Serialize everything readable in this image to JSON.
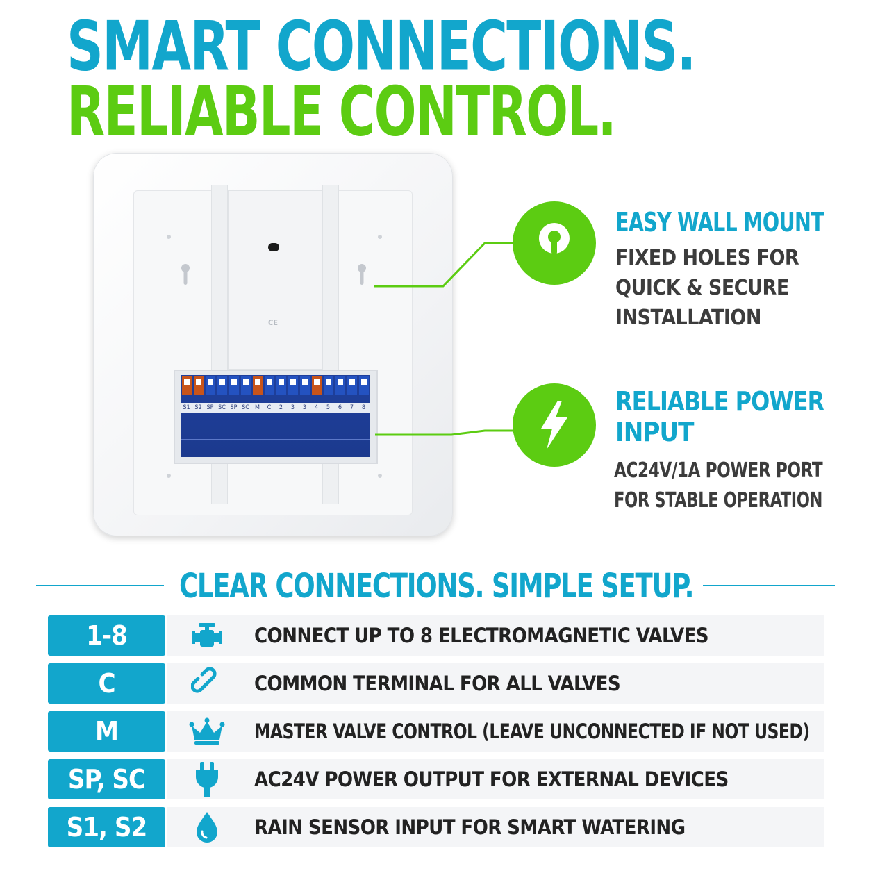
{
  "headline": {
    "line1": "SMART CONNECTIONS.",
    "line2": "RELIABLE CONTROL."
  },
  "colors": {
    "blue": "#12a6cc",
    "green": "#5ccc12",
    "dark_text": "#222222",
    "terminal_blue": "#1f3f9c",
    "terminal_orange": "#c8541a"
  },
  "device": {
    "ce_mark": "CE",
    "terminal_labels": [
      "S1",
      "S2",
      "SP",
      "SC",
      "SP",
      "SC",
      "M",
      "C",
      "2",
      "3",
      "3",
      "4",
      "5",
      "6",
      "7",
      "8"
    ]
  },
  "callouts": [
    {
      "icon": "keyhole-icon",
      "title": "EASY WALL MOUNT",
      "desc_lines": [
        "FIXED HOLES FOR",
        "QUICK & SECURE",
        "INSTALLATION"
      ]
    },
    {
      "icon": "lightning-bolt-icon",
      "title_lines": [
        "RELIABLE POWER",
        "INPUT"
      ],
      "desc_lines": [
        "AC24V/1A POWER PORT",
        "FOR STABLE OPERATION"
      ]
    }
  ],
  "section": {
    "title": "CLEAR CONNECTIONS. SIMPLE SETUP."
  },
  "rows": [
    {
      "key": "1-8",
      "icon": "valve-icon",
      "text": "CONNECT UP TO 8 ELECTROMAGNETIC VALVES"
    },
    {
      "key": "C",
      "icon": "link-icon",
      "text": "COMMON TERMINAL FOR ALL VALVES"
    },
    {
      "key": "M",
      "icon": "crown-icon",
      "text": "MASTER VALVE CONTROL (LEAVE UNCONNECTED IF NOT USED)"
    },
    {
      "key": "SP, SC",
      "icon": "plug-icon",
      "text": "AC24V POWER OUTPUT FOR EXTERNAL DEVICES"
    },
    {
      "key": "S1, S2",
      "icon": "water-drop-icon",
      "text": "RAIN SENSOR INPUT FOR SMART WATERING"
    }
  ]
}
